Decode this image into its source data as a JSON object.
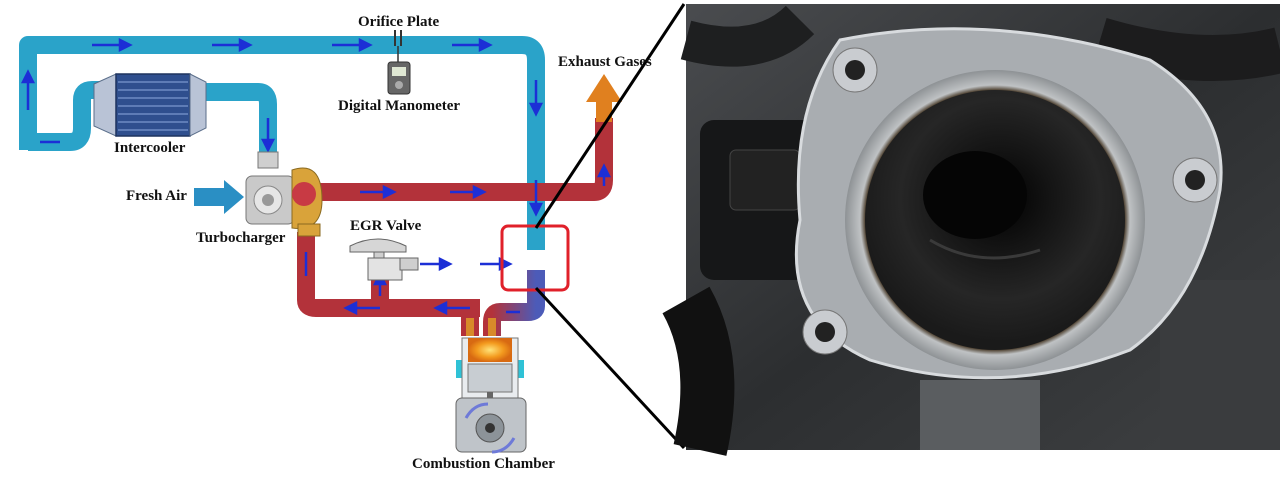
{
  "labels": {
    "orifice_plate": "Orifice Plate",
    "digital_manometer": "Digital Manometer",
    "exhaust_gases": "Exhaust Gases",
    "intercooler": "Intercooler",
    "fresh_air": "Fresh Air",
    "turbocharger": "Turbocharger",
    "egr_valve": "EGR Valve",
    "combustion_chamber": "Combustion Chamber"
  },
  "colors": {
    "intake_pipe": "#2aa3c9",
    "exhaust_pipe": "#b3323a",
    "flow_arrow": "#1c2fd6",
    "exhaust_arrow": "#e0801f",
    "fresh_air_arrow": "#2a8fc4",
    "highlight_box": "#e0202a",
    "zoom_lines": "#000000"
  },
  "icons": {
    "manometer": "gauge-icon",
    "intercooler": "radiator-icon",
    "turbocharger": "turbo-icon",
    "egr_valve": "valve-icon",
    "engine": "piston-icon"
  }
}
